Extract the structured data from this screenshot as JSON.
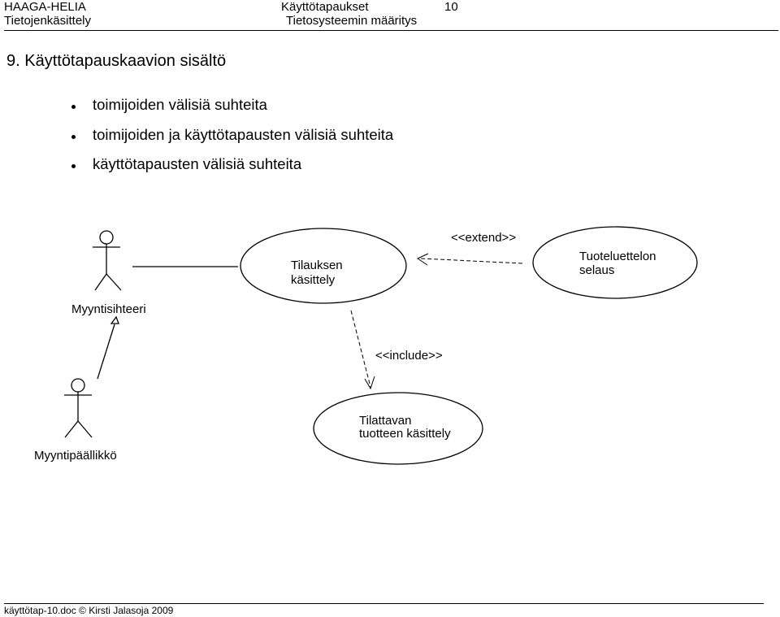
{
  "header": {
    "org": "HAAGA-HELIA",
    "dept": "Tietojenkäsittely",
    "doc_title": "Käyttötapaukset",
    "subject": "Tietosysteemin määritys",
    "page_number": "10"
  },
  "section": {
    "heading": "9. Käyttötapauskaavion sisältö",
    "bullets": [
      "toimijoiden välisiä suhteita",
      "toimijoiden  ja käyttötapausten välisiä suhteita",
      "käyttötapausten välisiä suhteita"
    ]
  },
  "diagram": {
    "actors": {
      "sales_secretary": "Myyntisihteeri",
      "sales_manager": "Myyntipäällikkö"
    },
    "use_cases": {
      "order_handling": {
        "line1": "Tilauksen",
        "line2": "käsittely"
      },
      "product_catalog": {
        "line1": "Tuoteluettelon",
        "line2": "selaus"
      },
      "ordered_product": {
        "line1": "Tilattavan",
        "line2": "tuotteen käsittely"
      }
    },
    "stereotypes": {
      "extend": "<<extend>>",
      "include": "<<include>>"
    }
  },
  "footer": {
    "text": "käyttötap-10.doc © Kirsti Jalasoja 2009"
  }
}
